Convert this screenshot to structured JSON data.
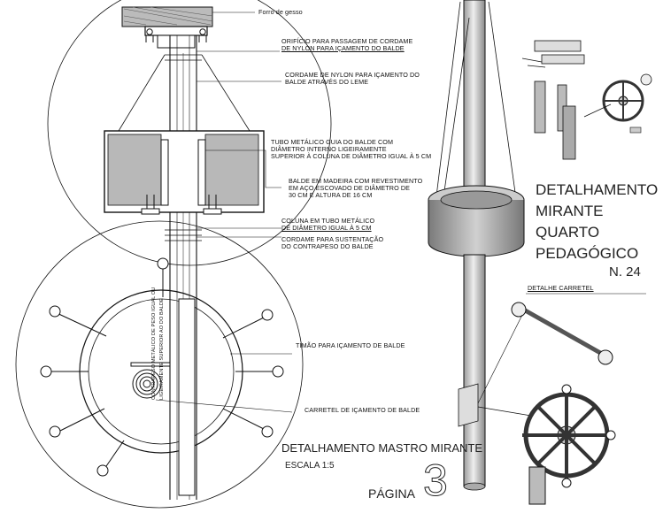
{
  "labels": {
    "forro": "Forro de gesso",
    "orificio_1": "ORIFÍCIO PARA PASSAGEM DE CORDAME",
    "orificio_2": "DE NYLON PARA IÇAMENTO DO BALDE",
    "cordame_1": "CORDAME DE NYLON PARA IÇAMENTO DO",
    "cordame_2": "BALDE ATRAVÉS DO LEME",
    "tubo_1": "TUBO METÁLICO GUIA DO BALDE COM",
    "tubo_2": "DIÂMETRO INTERNO LIGEIRAMENTE",
    "tubo_3": "SUPERIOR À COLUNA DE DIÂMETRO IGUAL À 5 cm",
    "balde_1": "BALDE EM MADEIRA COM REVESTIMENTO",
    "balde_2": "EM AÇO ESCOVADO DE DIÂMETRO DE",
    "balde_3": "30 cm E ALTURA DE 16 cm",
    "coluna_1": "COLUNA EM TUBO METÁLICO",
    "coluna_2": "DE DIÂMETRO IGUAL À 5 cm",
    "sust_1": "CORDAME PARA SUSTENTAÇÃO",
    "sust_2": "DO CONTRAPESO DO BALDE",
    "timao": "TIMÃO PARA IÇAMENTO DE BALDE",
    "carretel": "CARRETEL DE IÇAMENTO DE BALDE",
    "contrapeso_1": "CONTRAPESO METÁLICO DE PESO IGUAL OU",
    "contrapeso_2": "LIGEIRAMENTE SUPERIOR AO DO BALDE",
    "detalhe_carretel": "DETALHE CARRETEL"
  },
  "title": {
    "line1": "DETALHAMENTO",
    "line2": "MIRANTE",
    "line3": "QUARTO",
    "line4": "PEDAGÓGICO",
    "number": "N. 24"
  },
  "caption": {
    "title": "DETALHAMENTO MASTRO MIRANTE",
    "scale": "ESCALA  1:5",
    "page_label": "PÁGINA",
    "page_number": "3"
  },
  "colors": {
    "ink": "#111111",
    "drum": "#a9a9a9",
    "mast": "#cfcfcf"
  }
}
